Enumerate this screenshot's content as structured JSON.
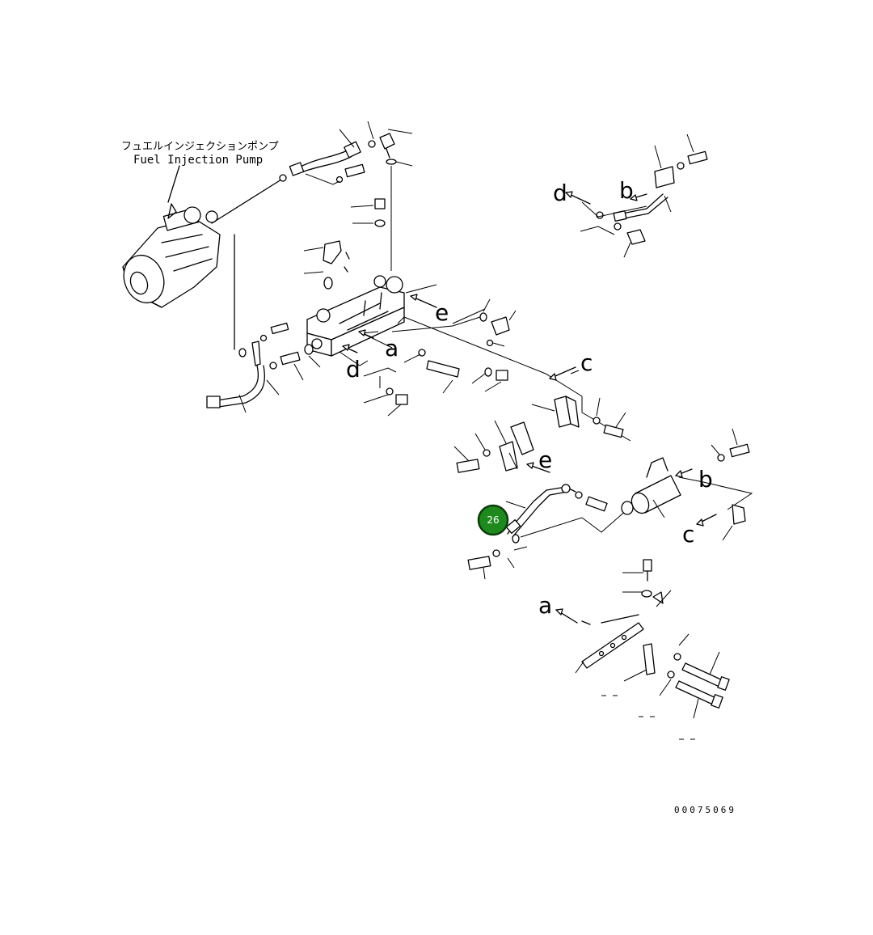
{
  "pump_label": {
    "japanese": "フュエルインジェクションポンプ",
    "english": "Fuel Injection Pump"
  },
  "callout_letters": [
    "a",
    "b",
    "c",
    "d",
    "e"
  ],
  "highlighted_item": {
    "ref": "26",
    "color": "#1e8a1e"
  },
  "drawing_code": "00075069"
}
